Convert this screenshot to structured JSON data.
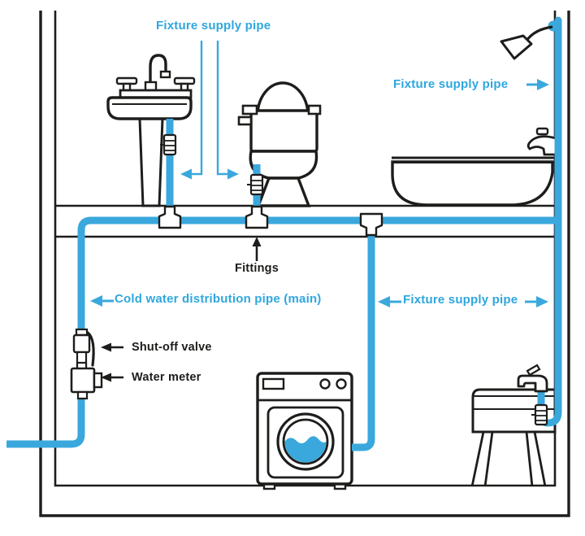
{
  "colors": {
    "pipe": "#3aa8dc",
    "label_blue": "#2ea7de",
    "line": "#1d1d1b",
    "background": "#ffffff"
  },
  "labels": {
    "fixture_supply_top": "Fixture supply pipe",
    "fixture_supply_shower": "Fixture supply pipe",
    "cold_water_main": "Cold water distribution pipe (main)",
    "fixture_supply_basement": "Fixture supply pipe",
    "fittings": "Fittings",
    "shut_off_valve": "Shut-off valve",
    "water_meter": "Water meter"
  },
  "fixtures": [
    "pedestal sink",
    "toilet",
    "bathtub",
    "shower head",
    "washing machine",
    "utility sink",
    "shut-off valve",
    "water meter",
    "tee fittings"
  ]
}
